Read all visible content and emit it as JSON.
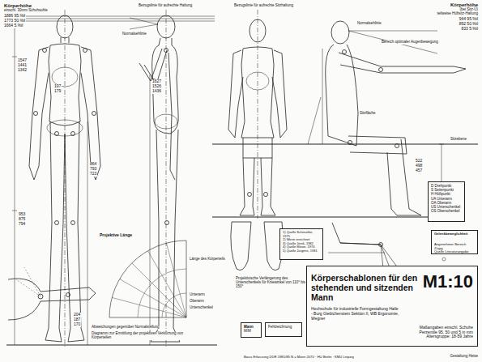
{
  "diagram": {
    "nodes": [
      {
        "text": [
          "D Drehpunkt",
          "S Seitenpunkt",
          "H Hüftpunkt",
          "UA Unterarm",
          "OA Oberarm",
          "US Unterschenkel",
          "OS Oberschenkel"
        ]
      },
      {
        "text": [
          "1) Quelle Schmuttke, 1975",
          "2) Werte errechnet",
          "3) Quelle Jenik, 1982",
          "4) Quelle Möser, 1974",
          "5) Quelle Jürgens, 1981"
        ]
      },
      {
        "text": [
          "Gelenkbeweglichkeit",
          "Angenehmer Bereich",
          "Zügig",
          "Quelle Literaturangabe"
        ]
      },
      {
        "text": [
          "Körperschablonen für den stehenden und sitzenden Mann",
          "M1:10",
          "Hochschule für industrielle Formgestaltung Halle - Burg Giebichenstein Sektion II, WB Ergonomie, Wegner",
          "Maßangaben einschl. Schuhe Perzentile 95, 50 und 5 in mm Altersgruppe: 18-59 Jahre"
        ]
      },
      {
        "text": [
          "Mann",
          "M/M"
        ]
      },
      {
        "text": [
          "Fehlzeichnung"
        ]
      }
    ],
    "labels": [
      "Körperhöhe",
      "einschl. 30mm Schuhsohle",
      "1886 95.%il",
      "1773 50.%il",
      "1664 5.%il",
      "Körperhöhe",
      "(bei Sitz-Ü)",
      "teilweise Hüftsitz-Haltung",
      "944 95.%il",
      "892 50.%il",
      "833 5.%il",
      "Bezugslinie für aufrechte Haltung",
      "Normalsehlinie",
      "1547",
      "1441",
      "1342",
      "197",
      "179",
      "1627",
      "1526",
      "1436",
      "864",
      "793",
      "723",
      "953",
      "875",
      "794",
      "204",
      "187",
      "170",
      "Bezugslinie für aufrechte Sitzhaltung",
      "Normalsehlinie",
      "Bereich optimaler Augenbewegung",
      "Sitzfläche",
      "Sitzebene",
      "522",
      "498",
      "457",
      "Projektive Länge",
      "Länge des Körperteils",
      "Unterarm",
      "Oberarm",
      "Unterschenkel",
      "Abweichungen gegenüber Normalstellung",
      "Diagramm zur Ermittlung der projektiven Verkürzung von Körperteilen",
      "Projektivische Verlängerung des Unterschenkels für Kniewinkel von 110° bis 150°",
      "Basis Erfassung DDR 1981/85 N = Mann 2070 · HU Berlin · KMU Leipzig",
      "Gestaltung Heise"
    ]
  }
}
